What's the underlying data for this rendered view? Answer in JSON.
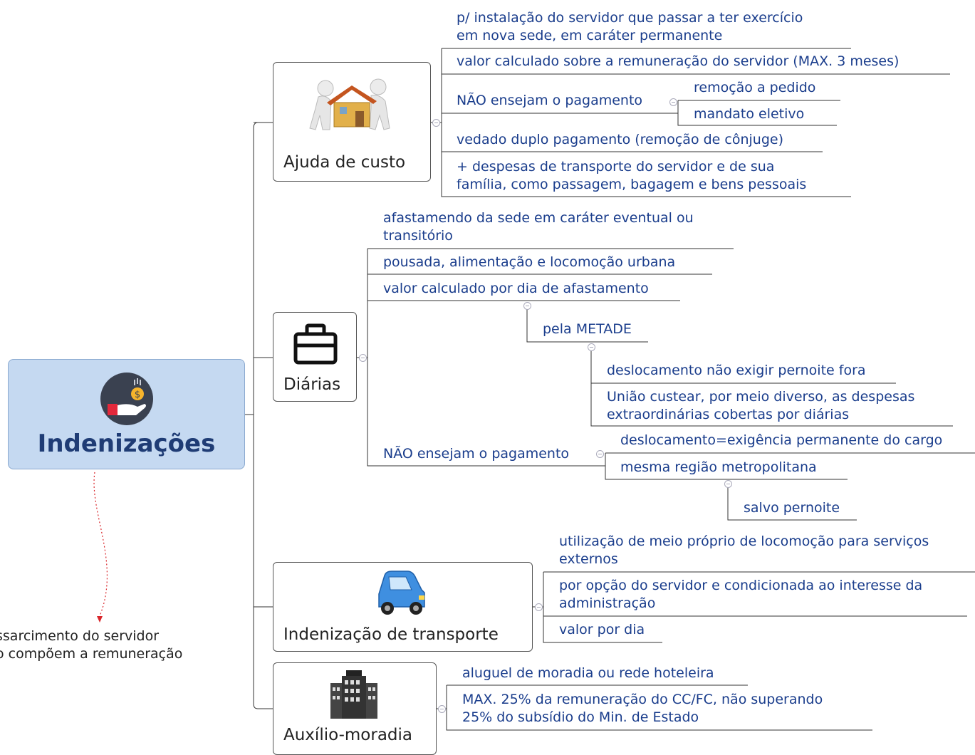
{
  "root": {
    "title": "Indenizações",
    "icon": "hand-money-icon"
  },
  "note": {
    "line1": "ssarcimento do servidor",
    "line2": "o compõem a remuneração"
  },
  "ajuda": {
    "label": "Ajuda de custo",
    "icon": "house-moving-icon",
    "items": {
      "i1a": "p/ instalação do servidor que passar a ter exercício",
      "i1b": "em nova sede, em caráter permanente",
      "i2": "valor calculado sobre a remuneração do servidor (MAX. 3 meses)",
      "i3": "NÃO ensejam o pagamento",
      "i3a": "remoção a pedido",
      "i3b": "mandato eletivo",
      "i4": "vedado duplo pagamento (remoção de cônjuge)",
      "i5a": "+ despesas de transporte do servidor e de sua",
      "i5b": "família, como passagem, bagagem e bens pessoais"
    }
  },
  "diarias": {
    "label": "Diárias",
    "icon": "briefcase-icon",
    "items": {
      "i1a": "afastamendo da sede em caráter eventual ou",
      "i1b": "transitório",
      "i2": "pousada, alimentação e locomoção urbana",
      "i3": "valor calculado por dia de afastamento",
      "i3a": "pela METADE",
      "i3a1": "deslocamento não exigir pernoite fora",
      "i3a2a": "União custear, por meio diverso, as despesas",
      "i3a2b": "extraordinárias cobertas por diárias",
      "i4": "NÃO ensejam o pagamento",
      "i4a": "deslocamento=exigência permanente do cargo",
      "i4b": "mesma região metropolitana",
      "i4b1": "salvo pernoite"
    }
  },
  "transporte": {
    "label": "Indenização de transporte",
    "icon": "car-icon",
    "items": {
      "i1a": "utilização de meio próprio de locomoção para serviços",
      "i1b": "externos",
      "i2a": "por opção do servidor e condicionada ao interesse da",
      "i2b": "administração",
      "i3": "valor por dia"
    }
  },
  "moradia": {
    "label": "Auxílio-moradia",
    "icon": "hotel-building-icon",
    "items": {
      "i1": "aluguel de moradia ou rede hoteleira",
      "i2a": "MAX. 25% da remuneração do CC/FC, não superando",
      "i2b": "25% do subsídio do Min. de Estado"
    }
  },
  "colors": {
    "line": "#333333",
    "text": "#1a3d8c",
    "root_bg": "#c5d9f1",
    "arrow": "#d9262b"
  }
}
